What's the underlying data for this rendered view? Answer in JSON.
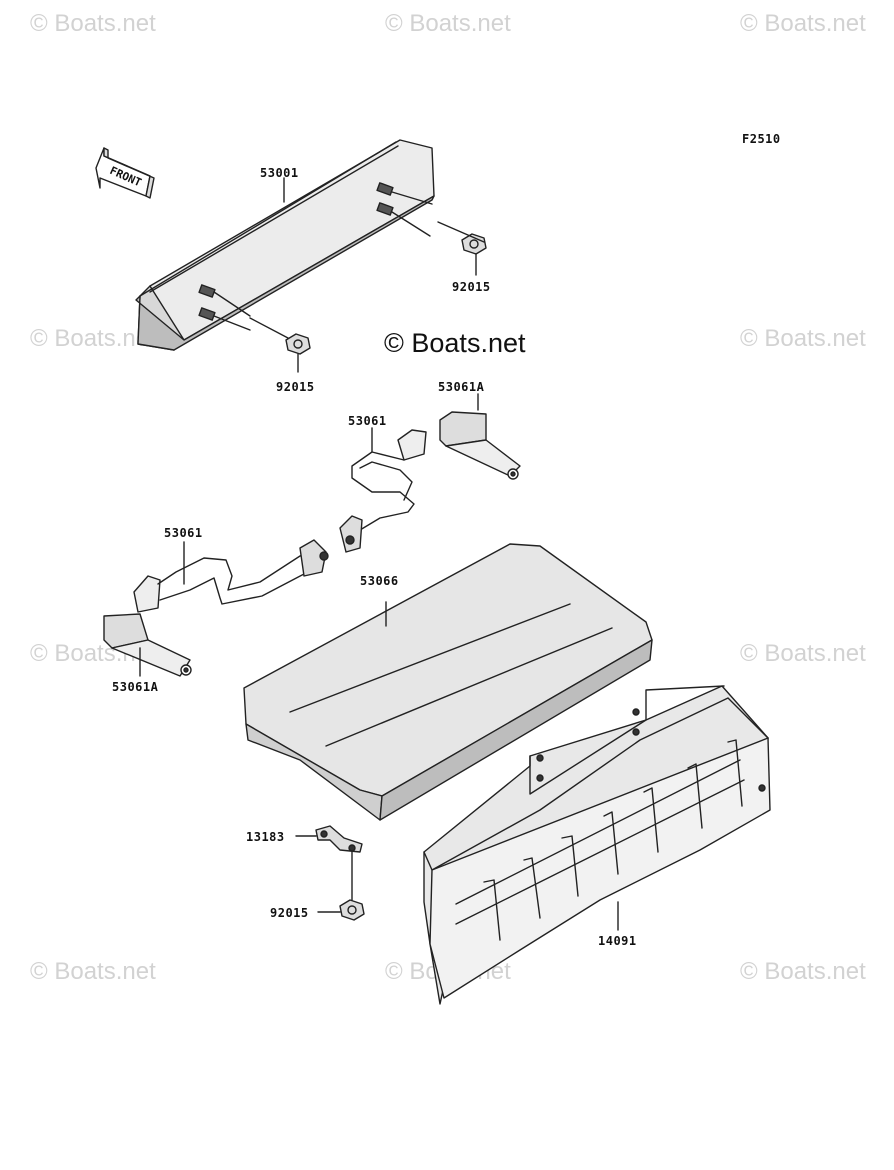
{
  "diagram_code": "F2510",
  "front_arrow_text": "FRONT",
  "watermark_text": "© Boats.net",
  "watermark_main_text": "© Boats.net",
  "parts": {
    "p53001": "53001",
    "p92015_right": "92015",
    "p92015_left": "92015",
    "p53061A_top": "53061A",
    "p53061_upper": "53061",
    "p53061_lower": "53061",
    "p53066": "53066",
    "p53061A_bottom": "53061A",
    "p13183": "13183",
    "p92015_bottom": "92015",
    "p14091": "14091"
  }
}
